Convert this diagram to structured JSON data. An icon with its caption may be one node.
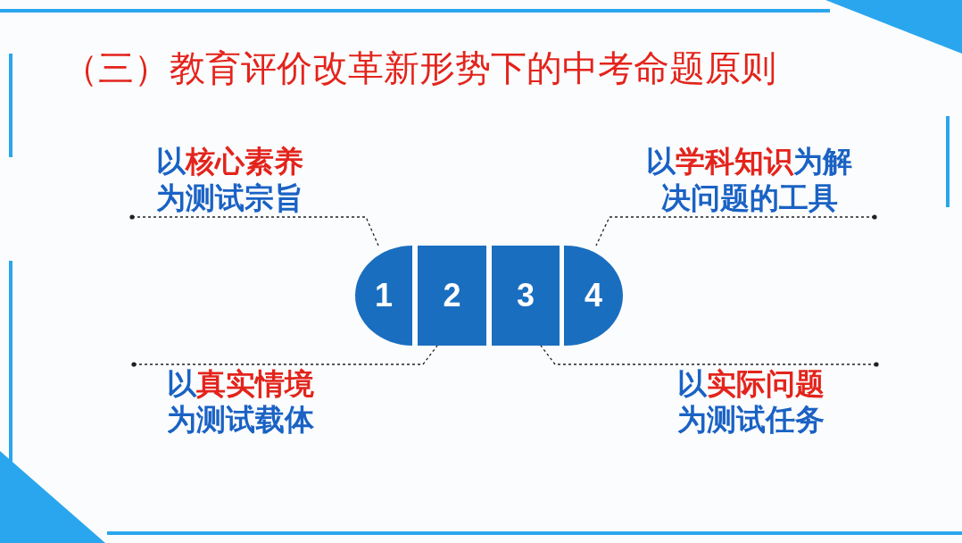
{
  "diagram": {
    "title": "（三）教育评价改革新形势下的中考命题原则",
    "nodes": [
      {
        "text": [
          "以**核心素养**为测试宗旨"
        ]
      },
      {
        "text": [
          "以**学科知识**为解决问题的工具"
        ]
      },
      {
        "text": [
          "1"
        ]
      },
      {
        "text": [
          "2"
        ]
      },
      {
        "text": [
          "3"
        ]
      },
      {
        "text": [
          "4"
        ]
      },
      {
        "text": [
          "以**真实情境**为测试载体"
        ]
      },
      {
        "text": [
          "以**实际问题**为测试任务"
        ]
      }
    ],
    "edges": [
      {
        "from": 0,
        "to": 2,
        "arrow": "other",
        "style": "dashed"
      },
      {
        "from": 1,
        "to": 5,
        "arrow": "other",
        "style": "dashed"
      },
      {
        "from": 6,
        "to": 3,
        "arrow": "other",
        "style": "dashed"
      },
      {
        "from": 7,
        "to": 4,
        "arrow": "other",
        "style": "dashed"
      }
    ]
  }
}
